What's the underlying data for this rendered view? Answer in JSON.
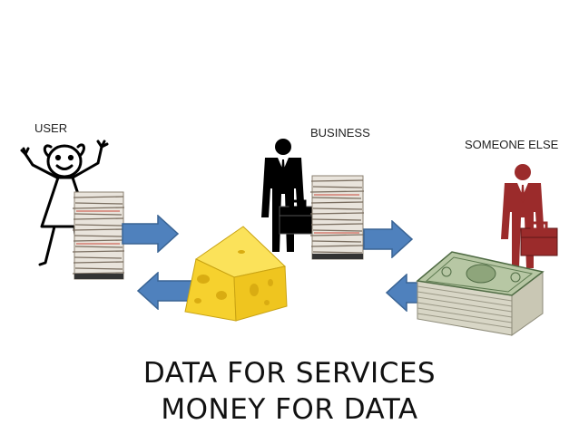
{
  "labels": {
    "user": "USER",
    "business": "BUSINESS",
    "someone_else": "SOMEONE ELSE"
  },
  "caption": {
    "line1": "DATA FOR SERVICES",
    "line2": "MONEY FOR DATA"
  },
  "colors": {
    "arrow": "#4f81bd",
    "arrow_border": "#3a6494",
    "business_person": "#000000",
    "someone_else_person": "#9b2b2b",
    "cheese": "#f6d12e",
    "money": "#6b8f5a"
  },
  "icons": {
    "user": "stick-girl-icon",
    "business": "businessman-icon",
    "someone_else": "businessman-icon",
    "data": "paper-stack-icon",
    "service": "cheese-icon",
    "money": "money-stack-icon"
  }
}
